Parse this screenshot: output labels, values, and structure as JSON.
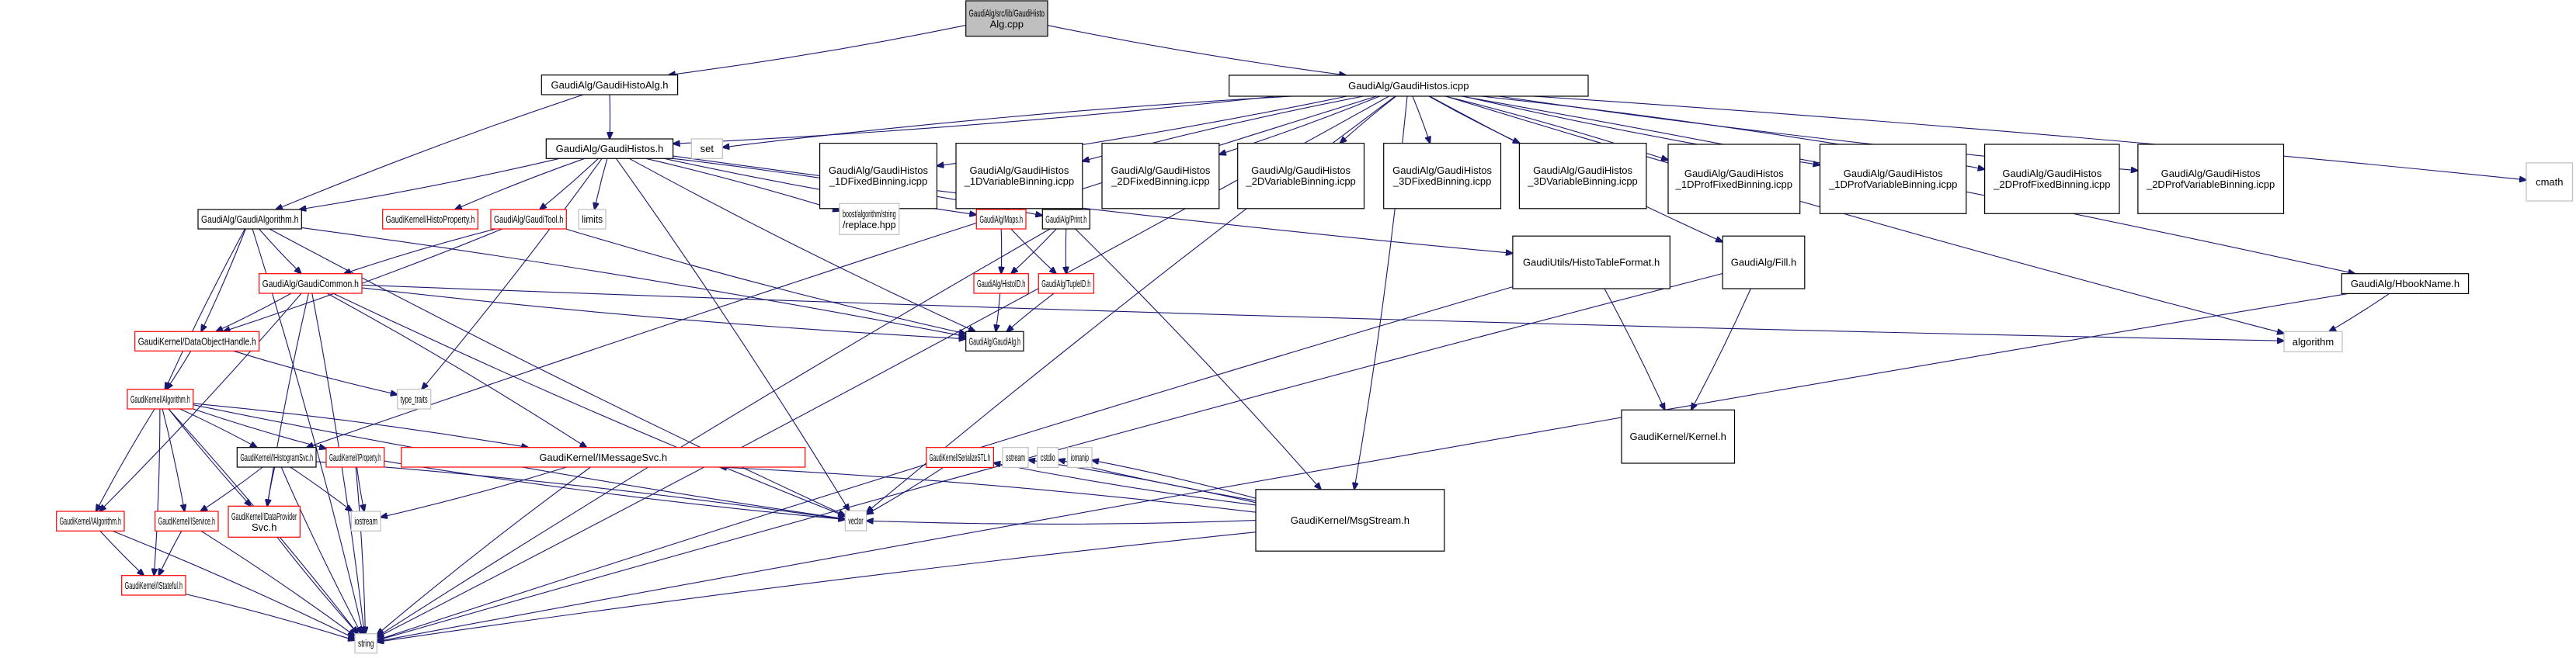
{
  "diagram": {
    "type": "include-dependency-graph",
    "colors": {
      "edge": "#191970",
      "root_fill": "#bfbfbf",
      "root_border": "#000000",
      "documented_border": "#000000",
      "undocumented_border": "#ff0000",
      "system_border": "#bfbfbf",
      "node_fill": "#ffffff"
    },
    "nodes": [
      {
        "id": "root",
        "lines": [
          "GaudiAlg/src/lib/GaudiHisto",
          "Alg.cpp"
        ],
        "kind": "root"
      },
      {
        "id": "GaudiHistoAlg_h",
        "lines": [
          "GaudiAlg/GaudiHistoAlg.h"
        ],
        "kind": "documented"
      },
      {
        "id": "GaudiHistos_icpp",
        "lines": [
          "GaudiAlg/GaudiHistos.icpp"
        ],
        "kind": "documented"
      },
      {
        "id": "GaudiHistos_h",
        "lines": [
          "GaudiAlg/GaudiHistos.h"
        ],
        "kind": "documented"
      },
      {
        "id": "set",
        "lines": [
          "set"
        ],
        "kind": "system"
      },
      {
        "id": "h1DFixed",
        "lines": [
          "GaudiAlg/GaudiHistos",
          "_1DFixedBinning.icpp"
        ],
        "kind": "documented"
      },
      {
        "id": "h1DVar",
        "lines": [
          "GaudiAlg/GaudiHistos",
          "_1DVariableBinning.icpp"
        ],
        "kind": "documented"
      },
      {
        "id": "h2DFixed",
        "lines": [
          "GaudiAlg/GaudiHistos",
          "_2DFixedBinning.icpp"
        ],
        "kind": "documented"
      },
      {
        "id": "h2DVar",
        "lines": [
          "GaudiAlg/GaudiHistos",
          "_2DVariableBinning.icpp"
        ],
        "kind": "documented"
      },
      {
        "id": "h3DFixed",
        "lines": [
          "GaudiAlg/GaudiHistos",
          "_3DFixedBinning.icpp"
        ],
        "kind": "documented"
      },
      {
        "id": "h3DVar",
        "lines": [
          "GaudiAlg/GaudiHistos",
          "_3DVariableBinning.icpp"
        ],
        "kind": "documented"
      },
      {
        "id": "h1DProfFixed",
        "lines": [
          "GaudiAlg/GaudiHistos",
          "_1DProfFixedBinning.icpp"
        ],
        "kind": "documented"
      },
      {
        "id": "h1DProfVar",
        "lines": [
          "GaudiAlg/GaudiHistos",
          "_1DProfVariableBinning.icpp"
        ],
        "kind": "documented"
      },
      {
        "id": "h2DProfFixed",
        "lines": [
          "GaudiAlg/GaudiHistos",
          "_2DProfFixedBinning.icpp"
        ],
        "kind": "documented"
      },
      {
        "id": "h2DProfVar",
        "lines": [
          "GaudiAlg/GaudiHistos",
          "_2DProfVariableBinning.icpp"
        ],
        "kind": "documented"
      },
      {
        "id": "cmath",
        "lines": [
          "cmath"
        ],
        "kind": "system"
      },
      {
        "id": "GaudiAlgorithm_h",
        "lines": [
          "GaudiAlg/GaudiAlgorithm.h"
        ],
        "kind": "documented"
      },
      {
        "id": "HistoProperty_h",
        "lines": [
          "GaudiKernel/HistoProperty.h"
        ],
        "kind": "undocumented"
      },
      {
        "id": "GaudiTool_h",
        "lines": [
          "GaudiAlg/GaudiTool.h"
        ],
        "kind": "undocumented"
      },
      {
        "id": "limits",
        "lines": [
          "limits"
        ],
        "kind": "system"
      },
      {
        "id": "boost_replace",
        "lines": [
          "boost/algorithm/string",
          "/replace.hpp"
        ],
        "kind": "system"
      },
      {
        "id": "Maps_h",
        "lines": [
          "GaudiAlg/Maps.h"
        ],
        "kind": "undocumented"
      },
      {
        "id": "Print_h",
        "lines": [
          "GaudiAlg/Print.h"
        ],
        "kind": "documented"
      },
      {
        "id": "HistoTableFormat_h",
        "lines": [
          "GaudiUtils/HistoTableFormat.h"
        ],
        "kind": "documented"
      },
      {
        "id": "Fill_h",
        "lines": [
          "GaudiAlg/Fill.h"
        ],
        "kind": "documented"
      },
      {
        "id": "Kernel_h",
        "lines": [
          "GaudiKernel/Kernel.h"
        ],
        "kind": "documented"
      },
      {
        "id": "HbookName_h",
        "lines": [
          "GaudiAlg/HbookName.h"
        ],
        "kind": "documented"
      },
      {
        "id": "algorithm",
        "lines": [
          "algorithm"
        ],
        "kind": "system"
      },
      {
        "id": "GaudiCommon_h",
        "lines": [
          "GaudiAlg/GaudiCommon.h"
        ],
        "kind": "undocumented"
      },
      {
        "id": "HistoID_h",
        "lines": [
          "GaudiAlg/HistoID.h"
        ],
        "kind": "undocumented"
      },
      {
        "id": "TupleID_h",
        "lines": [
          "GaudiAlg/TupleID.h"
        ],
        "kind": "undocumented"
      },
      {
        "id": "GaudiAlg_h",
        "lines": [
          "GaudiAlg/GaudiAlg.h"
        ],
        "kind": "documented"
      },
      {
        "id": "DataObjectHandle_h",
        "lines": [
          "GaudiKernel/DataObjectHandle.h"
        ],
        "kind": "undocumented"
      },
      {
        "id": "type_traits",
        "lines": [
          "type_traits"
        ],
        "kind": "system"
      },
      {
        "id": "Algorithm_h",
        "lines": [
          "GaudiKernel/Algorithm.h"
        ],
        "kind": "undocumented"
      },
      {
        "id": "MsgStream_h",
        "lines": [
          "GaudiKernel/MsgStream.h"
        ],
        "kind": "documented"
      },
      {
        "id": "IHistogramSvc_h",
        "lines": [
          "GaudiKernel/IHistogramSvc.h"
        ],
        "kind": "documented"
      },
      {
        "id": "IProperty_h",
        "lines": [
          "GaudiKernel/IProperty.h"
        ],
        "kind": "undocumented"
      },
      {
        "id": "IMessageSvc_h",
        "lines": [
          "GaudiKernel/IMessageSvc.h"
        ],
        "kind": "undocumented"
      },
      {
        "id": "SerializeSTL_h",
        "lines": [
          "GaudiKernel/SerializeSTL.h"
        ],
        "kind": "undocumented"
      },
      {
        "id": "sstream",
        "lines": [
          "sstream"
        ],
        "kind": "system"
      },
      {
        "id": "cstdio",
        "lines": [
          "cstdio"
        ],
        "kind": "system"
      },
      {
        "id": "iomanip",
        "lines": [
          "iomanip"
        ],
        "kind": "system"
      },
      {
        "id": "vector",
        "lines": [
          "vector"
        ],
        "kind": "system"
      },
      {
        "id": "IAlgorithm_h",
        "lines": [
          "GaudiKernel/IAlgorithm.h"
        ],
        "kind": "undocumented"
      },
      {
        "id": "IService_h",
        "lines": [
          "GaudiKernel/IService.h"
        ],
        "kind": "undocumented"
      },
      {
        "id": "IDataProviderSvc_h",
        "lines": [
          "GaudiKernel/IDataProvider",
          "Svc.h"
        ],
        "kind": "undocumented"
      },
      {
        "id": "iostream",
        "lines": [
          "iostream"
        ],
        "kind": "system"
      },
      {
        "id": "IStateful_h",
        "lines": [
          "GaudiKernel/IStateful.h"
        ],
        "kind": "undocumented"
      },
      {
        "id": "string",
        "lines": [
          "string"
        ],
        "kind": "system"
      }
    ],
    "edges": [
      [
        "root",
        "GaudiHistoAlg_h"
      ],
      [
        "root",
        "GaudiHistos_icpp"
      ],
      [
        "GaudiHistoAlg_h",
        "GaudiHistos_h"
      ],
      [
        "GaudiHistoAlg_h",
        "GaudiAlgorithm_h"
      ],
      [
        "GaudiHistos_icpp",
        "GaudiHistos_h"
      ],
      [
        "GaudiHistos_icpp",
        "set"
      ],
      [
        "GaudiHistos_icpp",
        "h1DFixed"
      ],
      [
        "GaudiHistos_icpp",
        "h1DVar"
      ],
      [
        "GaudiHistos_icpp",
        "h2DFixed"
      ],
      [
        "GaudiHistos_icpp",
        "h2DVar"
      ],
      [
        "GaudiHistos_icpp",
        "h3DFixed"
      ],
      [
        "GaudiHistos_icpp",
        "h3DVar"
      ],
      [
        "GaudiHistos_icpp",
        "h1DProfFixed"
      ],
      [
        "GaudiHistos_icpp",
        "h1DProfVar"
      ],
      [
        "GaudiHistos_icpp",
        "h2DProfFixed"
      ],
      [
        "GaudiHistos_icpp",
        "h2DProfVar"
      ],
      [
        "GaudiHistos_icpp",
        "cmath"
      ],
      [
        "GaudiHistos_icpp",
        "Fill_h"
      ],
      [
        "GaudiHistos_icpp",
        "HbookName_h"
      ],
      [
        "GaudiHistos_icpp",
        "algorithm"
      ],
      [
        "GaudiHistos_icpp",
        "MsgStream_h"
      ],
      [
        "GaudiHistos_icpp",
        "vector"
      ],
      [
        "GaudiHistos_icpp",
        "string"
      ],
      [
        "GaudiHistos_icpp",
        "IHistogramSvc_h"
      ],
      [
        "GaudiHistos_h",
        "GaudiAlgorithm_h"
      ],
      [
        "GaudiHistos_h",
        "HistoProperty_h"
      ],
      [
        "GaudiHistos_h",
        "GaudiTool_h"
      ],
      [
        "GaudiHistos_h",
        "limits"
      ],
      [
        "GaudiHistos_h",
        "boost_replace"
      ],
      [
        "GaudiHistos_h",
        "Maps_h"
      ],
      [
        "GaudiHistos_h",
        "Print_h"
      ],
      [
        "GaudiHistos_h",
        "HistoTableFormat_h"
      ],
      [
        "GaudiHistos_h",
        "type_traits"
      ],
      [
        "GaudiHistos_h",
        "GaudiAlg_h"
      ],
      [
        "GaudiHistos_h",
        "vector"
      ],
      [
        "GaudiAlgorithm_h",
        "GaudiCommon_h"
      ],
      [
        "GaudiAlgorithm_h",
        "DataObjectHandle_h"
      ],
      [
        "GaudiAlgorithm_h",
        "Algorithm_h"
      ],
      [
        "GaudiAlgorithm_h",
        "GaudiAlg_h"
      ],
      [
        "GaudiAlgorithm_h",
        "vector"
      ],
      [
        "GaudiAlgorithm_h",
        "string"
      ],
      [
        "GaudiTool_h",
        "GaudiCommon_h"
      ],
      [
        "GaudiTool_h",
        "DataObjectHandle_h"
      ],
      [
        "GaudiTool_h",
        "GaudiAlg_h"
      ],
      [
        "GaudiCommon_h",
        "DataObjectHandle_h"
      ],
      [
        "GaudiCommon_h",
        "algorithm"
      ],
      [
        "GaudiCommon_h",
        "IAlgorithm_h"
      ],
      [
        "GaudiCommon_h",
        "IDataProviderSvc_h"
      ],
      [
        "GaudiCommon_h",
        "IMessageSvc_h"
      ],
      [
        "GaudiCommon_h",
        "vector"
      ],
      [
        "GaudiCommon_h",
        "string"
      ],
      [
        "GaudiCommon_h",
        "GaudiAlg_h"
      ],
      [
        "Maps_h",
        "HistoID_h"
      ],
      [
        "Maps_h",
        "TupleID_h"
      ],
      [
        "Print_h",
        "HistoID_h"
      ],
      [
        "Print_h",
        "TupleID_h"
      ],
      [
        "Print_h",
        "MsgStream_h"
      ],
      [
        "Print_h",
        "string"
      ],
      [
        "HistoID_h",
        "GaudiAlg_h"
      ],
      [
        "TupleID_h",
        "GaudiAlg_h"
      ],
      [
        "HistoTableFormat_h",
        "Kernel_h"
      ],
      [
        "HistoTableFormat_h",
        "string"
      ],
      [
        "Fill_h",
        "Kernel_h"
      ],
      [
        "Fill_h",
        "string"
      ],
      [
        "HbookName_h",
        "algorithm"
      ],
      [
        "HbookName_h",
        "string"
      ],
      [
        "DataObjectHandle_h",
        "Algorithm_h"
      ],
      [
        "DataObjectHandle_h",
        "type_traits"
      ],
      [
        "Algorithm_h",
        "IHistogramSvc_h"
      ],
      [
        "Algorithm_h",
        "IProperty_h"
      ],
      [
        "Algorithm_h",
        "IMessageSvc_h"
      ],
      [
        "Algorithm_h",
        "IAlgorithm_h"
      ],
      [
        "Algorithm_h",
        "IService_h"
      ],
      [
        "Algorithm_h",
        "IDataProviderSvc_h"
      ],
      [
        "Algorithm_h",
        "IStateful_h"
      ],
      [
        "Algorithm_h",
        "vector"
      ],
      [
        "Algorithm_h",
        "string"
      ],
      [
        "MsgStream_h",
        "IMessageSvc_h"
      ],
      [
        "MsgStream_h",
        "SerializeSTL_h"
      ],
      [
        "MsgStream_h",
        "sstream"
      ],
      [
        "MsgStream_h",
        "cstdio"
      ],
      [
        "MsgStream_h",
        "iomanip"
      ],
      [
        "MsgStream_h",
        "vector"
      ],
      [
        "MsgStream_h",
        "string"
      ],
      [
        "IHistogramSvc_h",
        "IService_h"
      ],
      [
        "IHistogramSvc_h",
        "IDataProviderSvc_h"
      ],
      [
        "IHistogramSvc_h",
        "iostream"
      ],
      [
        "IHistogramSvc_h",
        "string"
      ],
      [
        "IHistogramSvc_h",
        "vector"
      ],
      [
        "IProperty_h",
        "iostream"
      ],
      [
        "IProperty_h",
        "string"
      ],
      [
        "IProperty_h",
        "vector"
      ],
      [
        "IMessageSvc_h",
        "iostream"
      ],
      [
        "IMessageSvc_h",
        "string"
      ],
      [
        "SerializeSTL_h",
        "vector"
      ],
      [
        "IAlgorithm_h",
        "IStateful_h"
      ],
      [
        "IAlgorithm_h",
        "string"
      ],
      [
        "IService_h",
        "IStateful_h"
      ],
      [
        "IService_h",
        "string"
      ],
      [
        "IDataProviderSvc_h",
        "string"
      ],
      [
        "IStateful_h",
        "string"
      ]
    ]
  }
}
